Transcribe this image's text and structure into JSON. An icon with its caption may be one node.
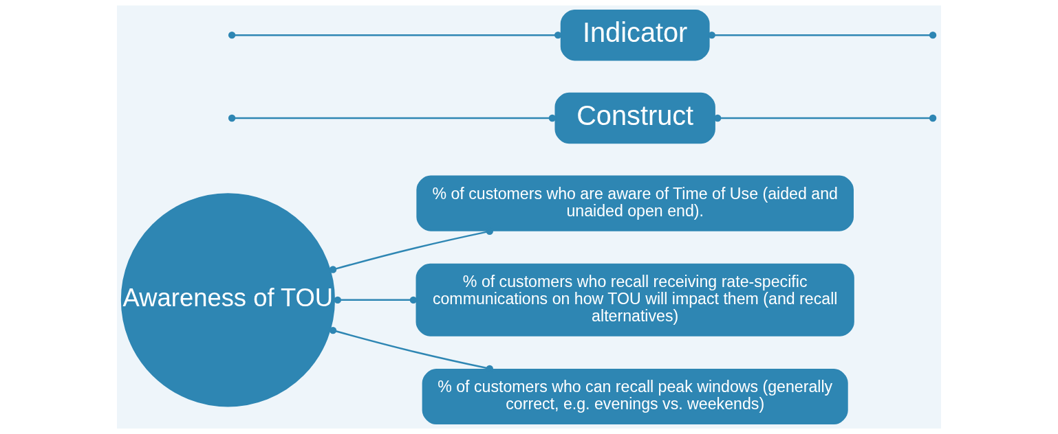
{
  "diagram": {
    "nodes": [
      {
        "text": [
          "Awareness of TOU"
        ]
      },
      {
        "text": [
          "% of customers who are aware of Time of Use (aided and unaided open end)."
        ]
      },
      {
        "text": [
          "% of customers who recall receiving rate-specific communications on how TOU will impact them (and recall alternatives)"
        ]
      },
      {
        "text": [
          "% of customers who can recall peak windows (generally correct, e.g. evenings vs. weekends)"
        ]
      },
      {
        "text": [
          "Construct"
        ]
      },
      {
        "text": [
          "Indicator"
        ]
      }
    ],
    "edges": [
      {
        "from": 0,
        "to": 1,
        "arrow": "other"
      },
      {
        "from": 0,
        "to": 2,
        "arrow": "other"
      },
      {
        "from": 0,
        "to": 3,
        "arrow": "other"
      },
      {
        "from": null,
        "to": 4,
        "arrow": "other"
      },
      {
        "from": 4,
        "to": null,
        "arrow": "other"
      },
      {
        "from": null,
        "to": 5,
        "arrow": "other"
      },
      {
        "from": 5,
        "to": null,
        "arrow": "other"
      }
    ]
  }
}
